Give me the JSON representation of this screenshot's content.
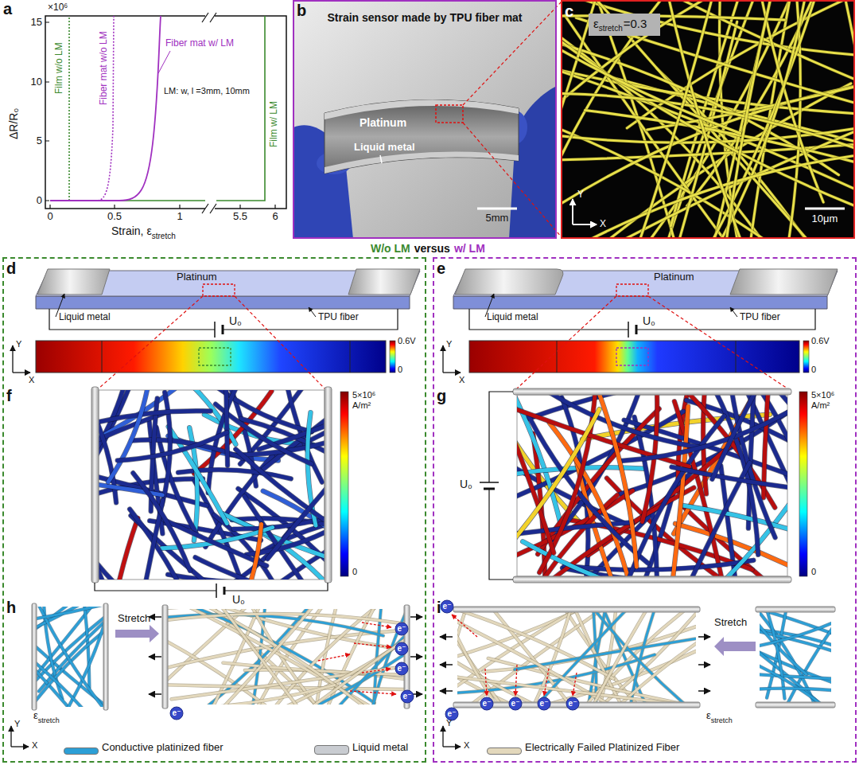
{
  "diagram": {
    "nodes": [
      {
        "text": [
          "b",
          "Strain sensor made by TPU fiber mat",
          "Platinum",
          "Liquid metal",
          "5mm"
        ]
      },
      {
        "text": [
          "c",
          "ε",
          "stretch",
          "=0.3",
          "10μm",
          "Y",
          "X"
        ]
      },
      {
        "text": [
          "d",
          "Platinum",
          "Liquid metal",
          "TPU fiber",
          "U₀",
          "0.6V",
          "0",
          "Y",
          "X",
          "f",
          "5×10⁶ A/m²",
          "0",
          "U₀",
          "h",
          "Stretch",
          "e⁻",
          "e⁻",
          "e⁻",
          "e⁻",
          "e⁻",
          "ε",
          "stretch",
          "Y",
          "X"
        ]
      },
      {
        "text": [
          "e",
          "Platinum",
          "Liquid metal",
          "TPU fiber",
          "U₀",
          "0.6V",
          "0",
          "Y",
          "X",
          "g",
          "5×10⁶ A/m²",
          "0",
          "U₀",
          "i",
          "Stretch",
          "e⁻",
          "e⁻",
          "e⁻",
          "e⁻",
          "e⁻",
          "e⁻",
          "ε",
          "stretch",
          "Y",
          "X"
        ]
      }
    ],
    "labels": [
      "a",
      "×10⁶",
      "15",
      "10",
      "5",
      "0",
      "0",
      "0.5",
      "1",
      "5.5",
      "6",
      "ΔR/R₀",
      "Strain,",
      "ε",
      "stretch",
      "Film w/o LM",
      "Fiber mat w/o LM",
      "Fiber mat w/ LM",
      "Film w/ LM",
      "LM: w, l =3mm, 10mm",
      "W/o LM",
      "versus",
      "w/ LM"
    ],
    "legend": [
      {
        "text": "Conductive platinized fiber",
        "color": "#2c9fd6"
      },
      {
        "text": "Liquid metal",
        "color": "#c9ccd1"
      },
      {
        "text": "Electrically Failed Platinized Fiber",
        "color": "#e3d8bc"
      }
    ]
  }
}
